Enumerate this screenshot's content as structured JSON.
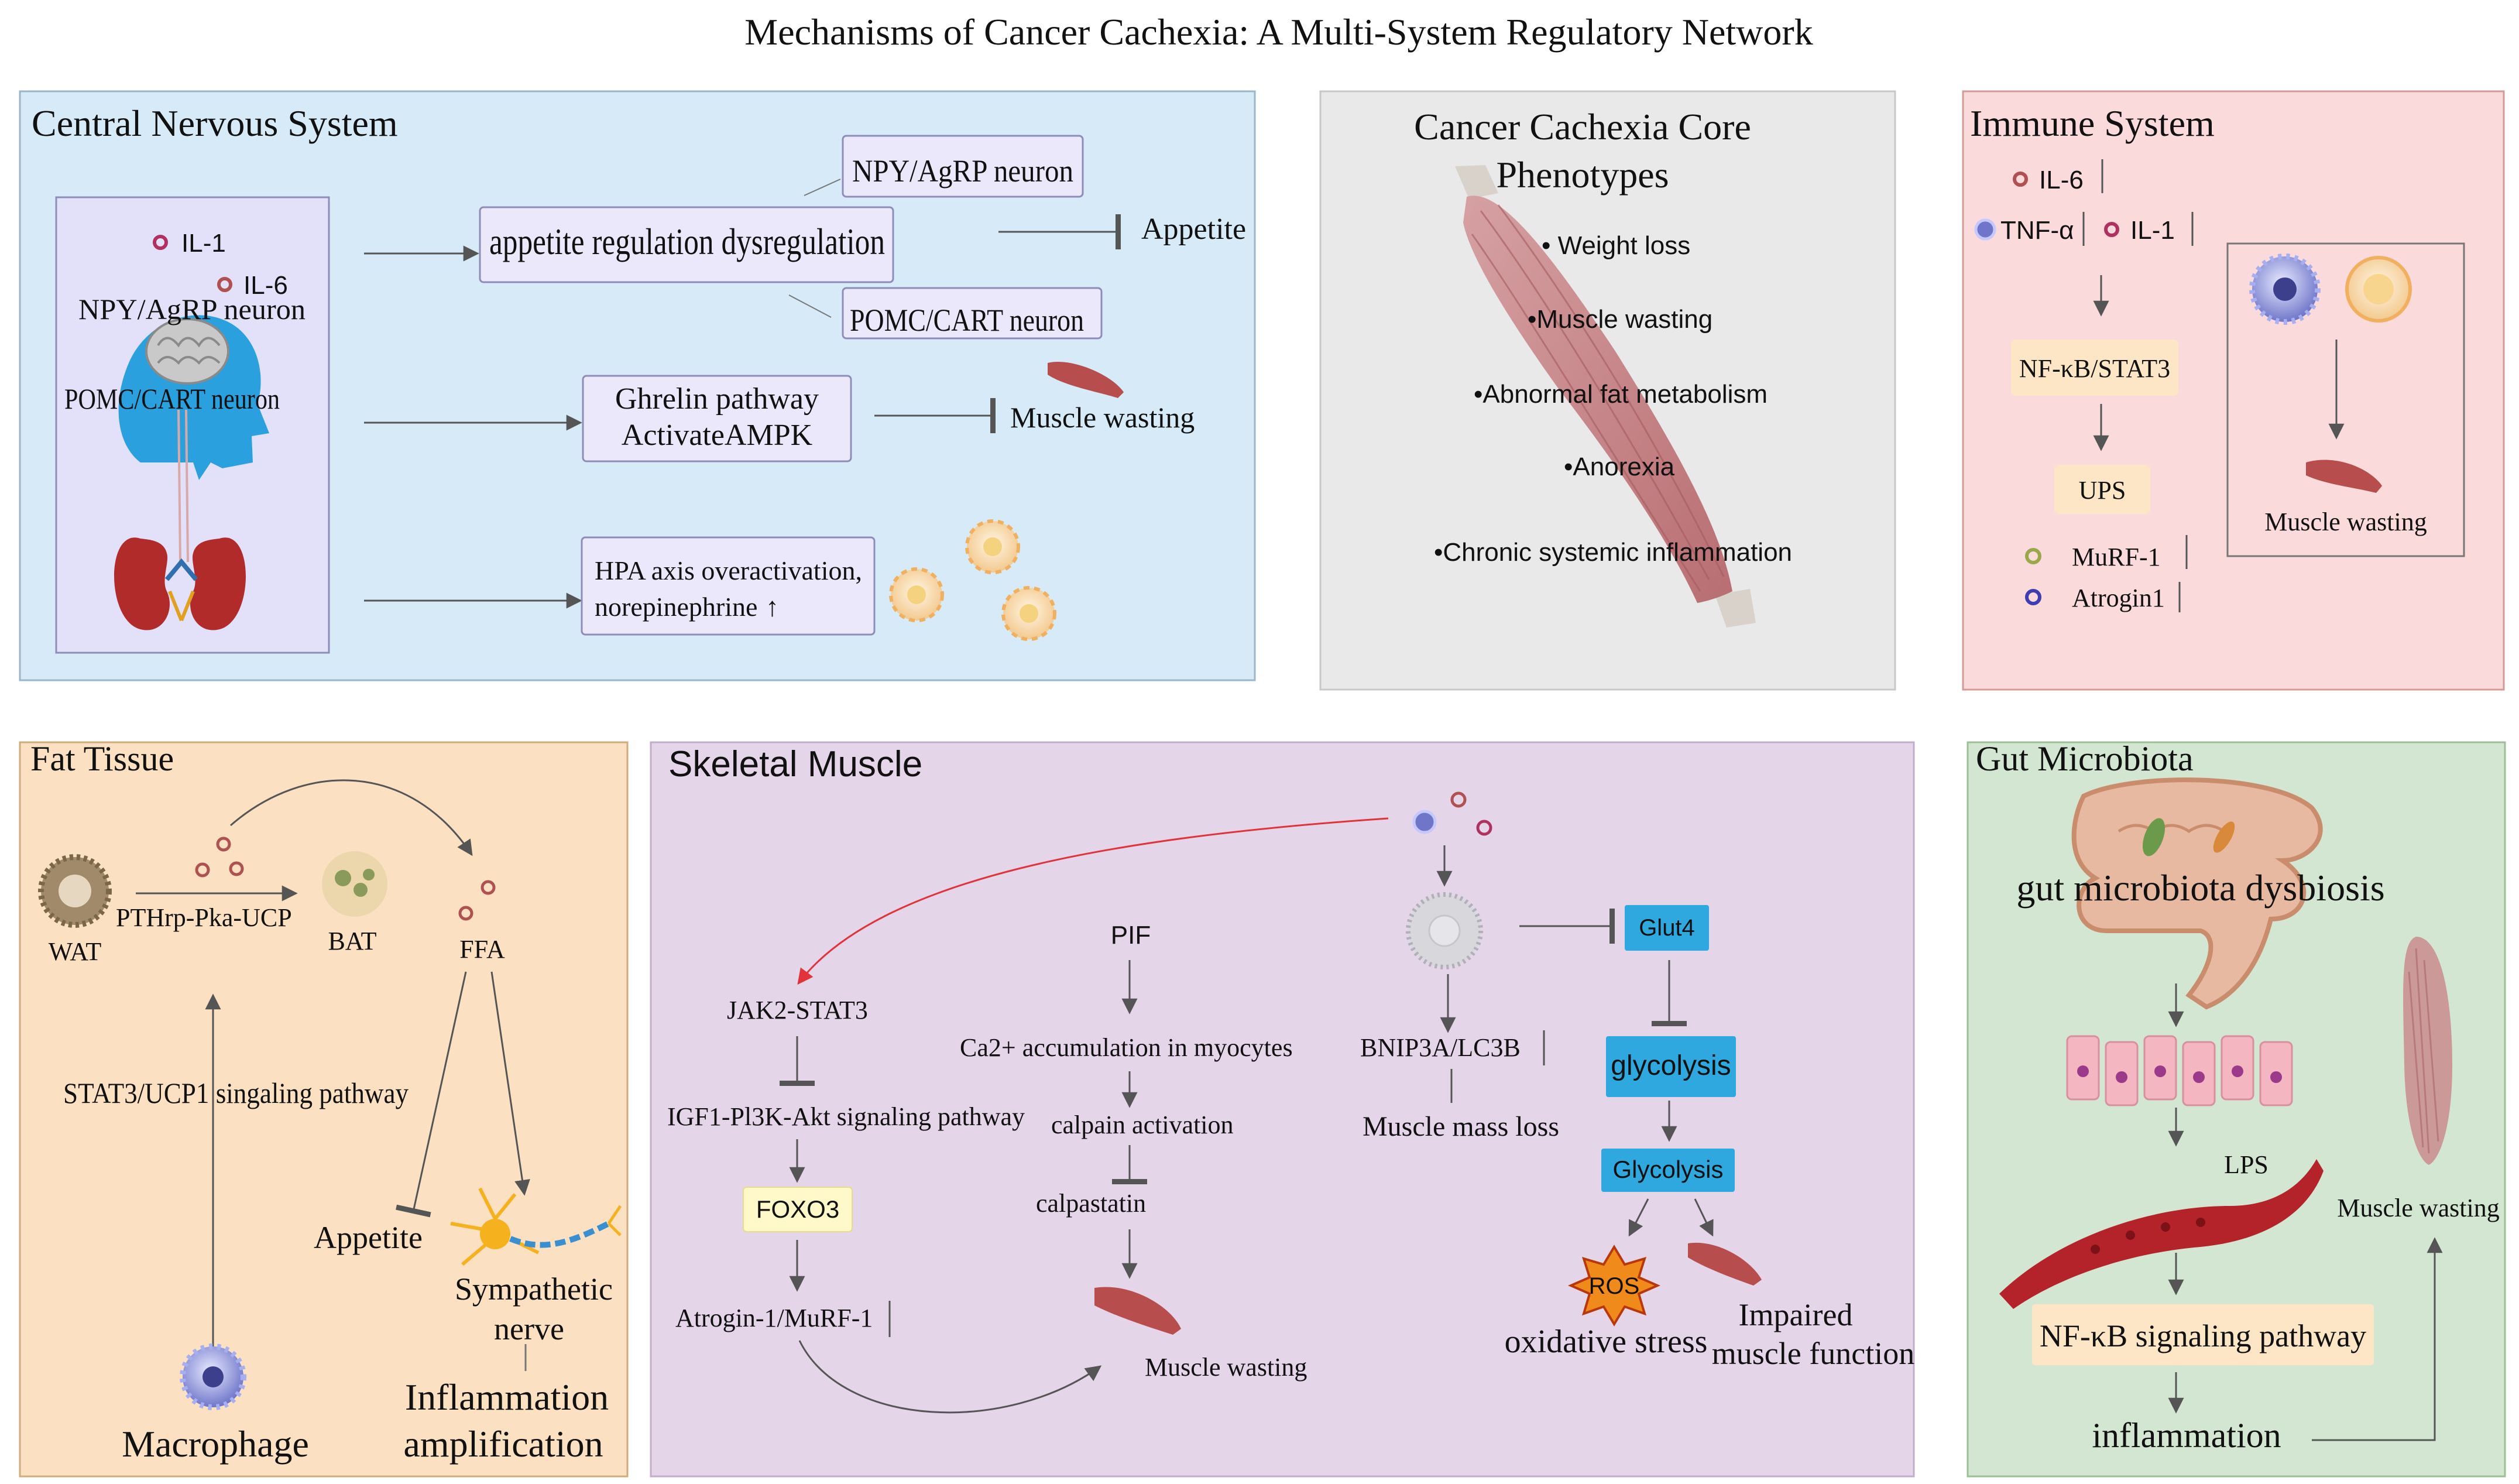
{
  "title": "Mechanisms of Cancer Cachexia: A Multi-System Regulatory Network",
  "colors": {
    "cns_bg": "#d6eaf7",
    "core_bg": "#e9e9e9",
    "immune_bg": "#fadada",
    "fat_bg": "#fbe0c1",
    "muscle_bg": "#e4d5e9",
    "gut_bg": "#d3e6d1",
    "highlight_blue": "#2ea8df",
    "highlight_yellow": "#fff8c8",
    "highlight_peach": "#fde6c6",
    "muscle_tissue": "#c9878a",
    "red_arrow": "#e0333a"
  },
  "cns": {
    "title": "Central Nervous System",
    "il1": "IL-1",
    "il6": "IL-6",
    "npy_inner": "NPY/AgRP neuron",
    "pomc_inner": "POMC/CART neuron",
    "appetite_dysreg": "appetite regulation dysregulation",
    "npy_box": "NPY/AgRP neuron",
    "pomc_box": "POMC/CART neuron",
    "appetite": "Appetite",
    "ghrelin_line1": "Ghrelin pathway",
    "ghrelin_line2": "ActivateAMPK",
    "muscle_wasting": "Muscle wasting",
    "hpa_line1": "HPA axis overactivation,",
    "hpa_line2": "norepinephrine",
    "up_arrow": "↑"
  },
  "core": {
    "title_line1": "Cancer Cachexia Core",
    "title_line2": "Phenotypes",
    "items": [
      "• Weight loss",
      "•Muscle wasting",
      "•Abnormal fat metabolism",
      "•Anorexia",
      "•Chronic systemic inflammation"
    ]
  },
  "immune": {
    "title": "Immune System",
    "il6": "IL-6",
    "tnf": "TNF-α",
    "il1": "IL-1",
    "nfkb": "NF-κB/STAT3",
    "ups": "UPS",
    "murf": "MuRF-1",
    "atrogin": "Atrogin1",
    "muscle_wasting": "Muscle wasting"
  },
  "fat": {
    "title": "Fat Tissue",
    "wat": "WAT",
    "pthrp": "PTHrp-Pka-UCP",
    "bat": "BAT",
    "ffa": "FFA",
    "stat3": "STAT3/UCP1 singaling pathway",
    "appetite": "Appetite",
    "sympathetic_line1": "Sympathetic",
    "sympathetic_line2": "nerve",
    "inflam_line1": "Inflammation",
    "inflam_line2": "amplification",
    "macrophage": "Macrophage"
  },
  "muscle": {
    "title": "Skeletal Muscle",
    "jak": "JAK2-STAT3",
    "igf": "IGF1-Pl3K-Akt signaling pathway",
    "foxo3": "FOXO3",
    "atrogin": "Atrogin-1/MuRF-1",
    "pif": "PIF",
    "ca": "Ca2+ accumulation in myocytes",
    "calpain": "calpain activation",
    "calpastatin": "calpastatin",
    "muscle_wasting": "Muscle wasting",
    "bnip": "BNIP3A/LC3B",
    "mass_loss": "Muscle mass loss",
    "glut4": "Glut4",
    "glycolysis_lower": "glycolysis",
    "glycolysis_upper": "Glycolysis",
    "ros": "ROS",
    "oxidative": "oxidative stress",
    "impaired_line1": "Impaired",
    "impaired_line2": "muscle function"
  },
  "gut": {
    "title": "Gut Microbiota",
    "dysbiosis": "gut microbiota dysbiosis",
    "lps": "LPS",
    "muscle_wasting": "Muscle wasting",
    "nfkb": "NF-κB signaling pathway",
    "inflammation": "inflammation"
  }
}
